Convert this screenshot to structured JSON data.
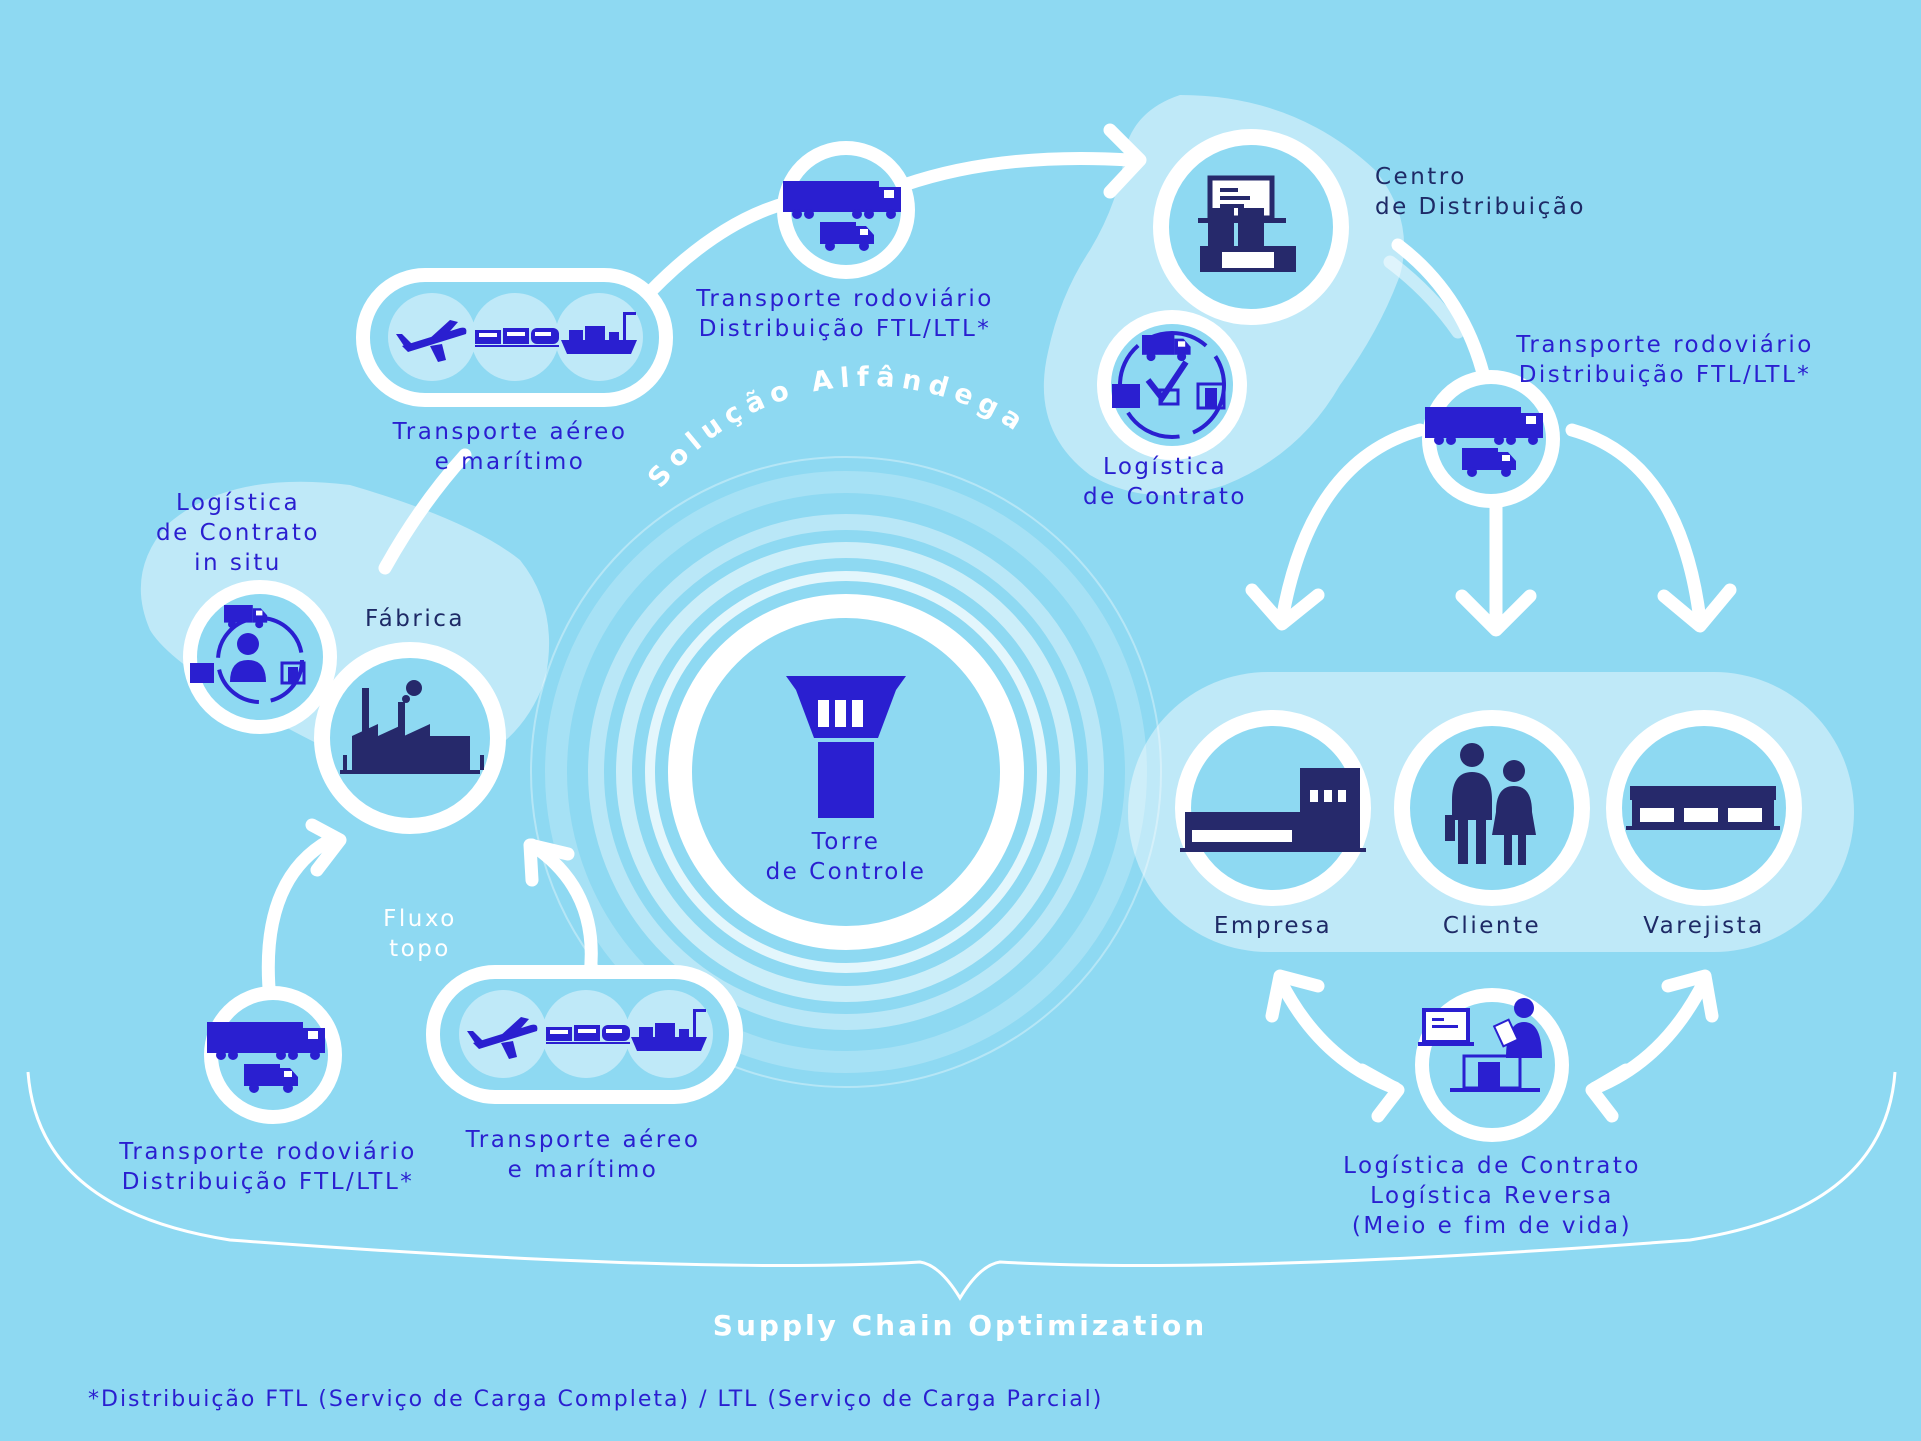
{
  "diagram": {
    "center": {
      "line1": "Torre",
      "line2": "de Controle",
      "arc_label": "Solução Alfândega"
    },
    "fabrica": {
      "label": "Fábrica"
    },
    "logistica_in_situ": {
      "line1": "Logística",
      "line2": "de Contrato",
      "line3": "in situ"
    },
    "air_sea_top": {
      "line1": "Transporte aéreo",
      "line2": "e marítimo"
    },
    "road_top": {
      "line1": "Transporte rodoviário",
      "line2": "Distribuição FTL/LTL*"
    },
    "centro": {
      "line1": "Centro",
      "line2": "de Distribuição"
    },
    "logistica_contrato": {
      "line1": "Logística",
      "line2": "de Contrato"
    },
    "road_right": {
      "line1": "Transporte rodoviário",
      "line2": "Distribuição FTL/LTL*"
    },
    "empresa": {
      "label": "Empresa"
    },
    "cliente": {
      "label": "Cliente"
    },
    "varejista": {
      "label": "Varejista"
    },
    "reverse": {
      "line1": "Logística de Contrato",
      "line2": "Logística Reversa",
      "line3": "(Meio e fim de vida)"
    },
    "fluxo": {
      "line1": "Fluxo",
      "line2": "topo"
    },
    "road_bottom": {
      "line1": "Transporte rodoviário",
      "line2": "Distribuição FTL/LTL*"
    },
    "air_sea_bottom": {
      "line1": "Transporte aéreo",
      "line2": "e marítimo"
    },
    "supply_chain": "Supply Chain Optimization",
    "footnote": "*Distribuição FTL (Serviço de Carga Completa) / LTL (Serviço de Carga Parcial)"
  },
  "colors": {
    "background": "#8ed9f2",
    "panel": "#bfe9f8",
    "icon": "#2a1fd0",
    "icon_dark": "#26296b",
    "white": "#ffffff"
  }
}
